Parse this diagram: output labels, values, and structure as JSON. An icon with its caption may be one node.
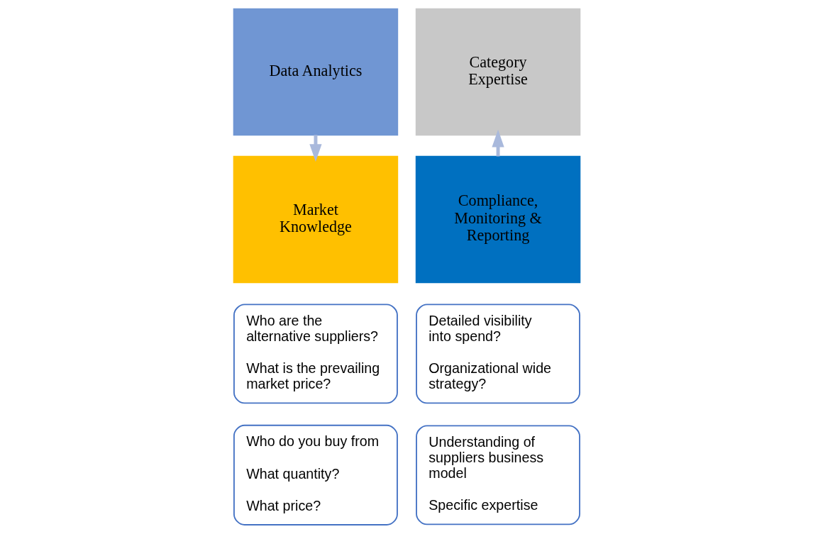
{
  "diagram": {
    "nodes": [
      {
        "text": [
          "Who do you buy from",
          "What quantity?",
          "What price?"
        ]
      },
      {
        "text": [
          "Who are the alternative suppliers?",
          "What is the prevailing market price?"
        ]
      },
      {
        "text": [
          "Data Analytics"
        ]
      },
      {
        "text": [
          "Market Knowledge"
        ]
      },
      {
        "text": [
          "Category Expertise"
        ]
      },
      {
        "text": [
          "Compliance, Monitoring & Reporting"
        ]
      },
      {
        "text": [
          "Understanding of suppliers business model",
          "Specific expertise"
        ]
      },
      {
        "text": [
          "Detailed visibility into spend?",
          "Organizational wide strategy?"
        ]
      }
    ],
    "edges": [
      {
        "from": 2,
        "to": 3,
        "arrow": "to"
      },
      {
        "from": 5,
        "to": 4,
        "arrow": "to"
      }
    ]
  }
}
